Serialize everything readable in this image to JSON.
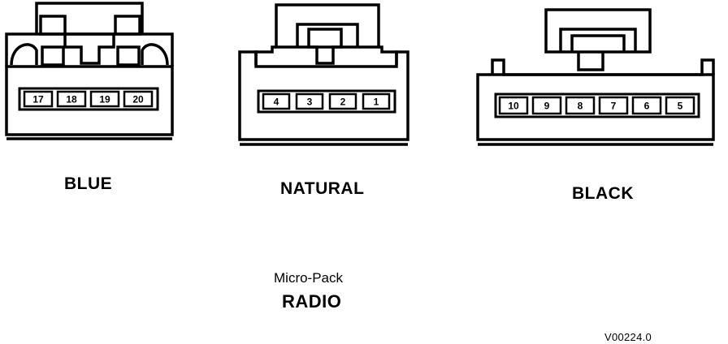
{
  "connectors": {
    "blue": {
      "label": "BLUE",
      "pins": [
        "17",
        "18",
        "19",
        "20"
      ]
    },
    "natural": {
      "label": "NATURAL",
      "pins": [
        "4",
        "3",
        "2",
        "1"
      ]
    },
    "black": {
      "label": "BLACK",
      "pins": [
        "10",
        "9",
        "8",
        "7",
        "6",
        "5"
      ]
    }
  },
  "caption": {
    "line1": "Micro-Pack",
    "line2": "RADIO"
  },
  "figure_id": "V00224.0"
}
